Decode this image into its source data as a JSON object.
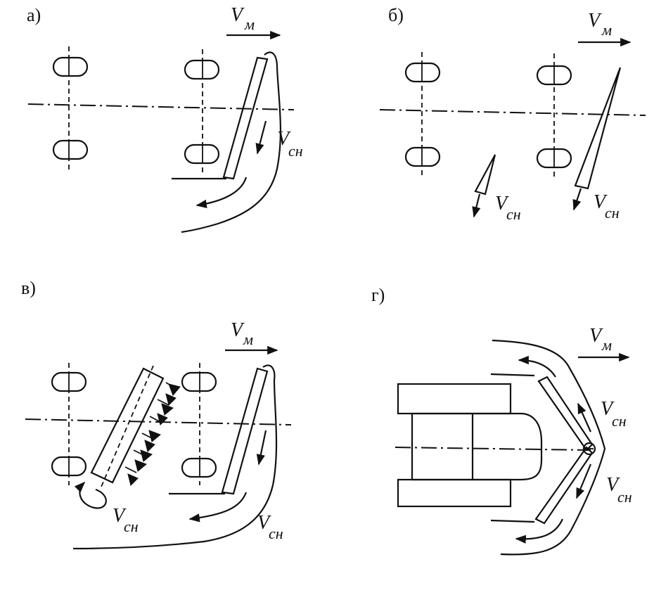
{
  "panels": [
    {
      "id": "a",
      "label": "а)"
    },
    {
      "id": "b",
      "label": "б)"
    },
    {
      "id": "v",
      "label": "в)"
    },
    {
      "id": "g",
      "label": "г)"
    }
  ],
  "symbols": {
    "v_letter": "V",
    "sub_m": "м",
    "sub_sn": "сн"
  }
}
